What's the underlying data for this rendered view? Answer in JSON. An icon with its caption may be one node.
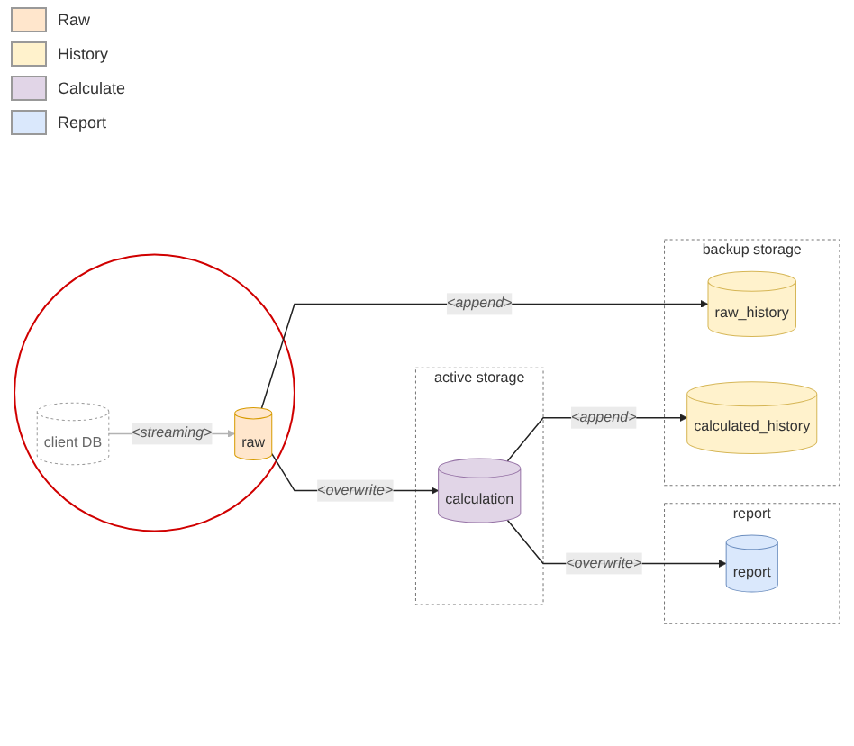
{
  "diagram": {
    "nodes": [
      {
        "text": [
          "backup storage"
        ]
      },
      {
        "text": [
          "raw_history"
        ],
        "in": 0
      },
      {
        "text": [
          "calculated_history"
        ],
        "in": 0
      },
      {
        "text": [],
        "shape": "ellipse"
      },
      {
        "text": [
          "raw"
        ],
        "in": 3
      },
      {
        "text": [
          "active storage"
        ]
      },
      {
        "text": [
          "calculation"
        ],
        "in": 5
      },
      {
        "text": [
          "client DB"
        ],
        "in": 3
      },
      {
        "text": [
          "report"
        ]
      },
      {
        "text": [
          "report"
        ],
        "in": 8
      }
    ],
    "edges": [
      {
        "from": 4,
        "to": 1,
        "arrow": "to",
        "label": "<append>"
      },
      {
        "from": 4,
        "to": 6,
        "arrow": "to",
        "label": "<overwrite>"
      },
      {
        "from": 6,
        "to": 2,
        "arrow": "to",
        "label": "<append>"
      },
      {
        "from": 7,
        "to": 4,
        "arrow": "to",
        "label": "<streaming>",
        "color": "#b3b3b3"
      },
      {
        "from": 6,
        "to": 9,
        "arrow": "to",
        "label": "<overwrite>"
      }
    ],
    "legend": [
      {
        "text": "Raw",
        "color": "#ffe6cc"
      },
      {
        "text": "History",
        "color": "#fff2cc"
      },
      {
        "text": "Calculate",
        "color": "#e1d5e7"
      },
      {
        "text": "Report",
        "color": "#dae8fc"
      }
    ]
  }
}
